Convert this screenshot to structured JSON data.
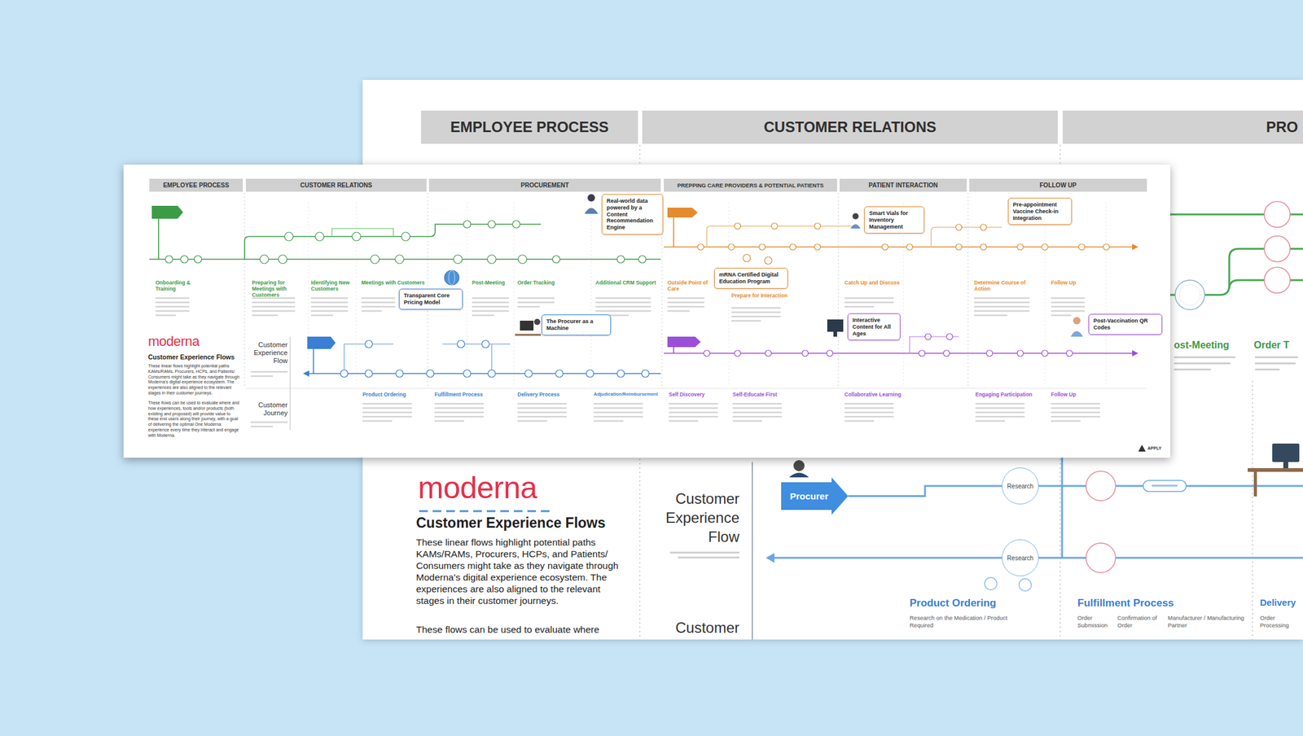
{
  "diagram": {
    "title": "Customer Experience Flows",
    "nodes": [
      {
        "text": [
          "EMPLOYEE PROCESS"
        ]
      },
      {
        "text": [
          "CUSTOMER RELATIONS"
        ]
      },
      {
        "text": [
          "PRO"
        ]
      },
      {
        "text": [
          "Procurer"
        ]
      },
      {
        "text": [
          "Research"
        ]
      },
      {
        "text": [
          "Research"
        ]
      },
      {
        "text": [
          "EMPLOYEE PROCESS"
        ]
      },
      {
        "text": [
          "CUSTOMER RELATIONS"
        ]
      },
      {
        "text": [
          "PROCUREMENT"
        ]
      },
      {
        "text": [
          "PREPPING CARE PROVIDERS & POTENTIAL PATIENTS"
        ]
      },
      {
        "text": [
          "PATIENT INTERACTION"
        ]
      },
      {
        "text": [
          "FOLLOW UP"
        ]
      },
      {
        "text": [
          "Real-world data powered by a Content Recommendation Engine"
        ]
      },
      {
        "text": [
          "Transparent Core Pricing Model"
        ]
      },
      {
        "text": [
          "The Procurer as a Machine"
        ]
      },
      {
        "text": [
          "mRNA Certified Digital Education Program"
        ]
      },
      {
        "text": [
          "Smart Vials for Inventory Management"
        ]
      },
      {
        "text": [
          "Pre-appointment Vaccine Check-in Integration"
        ]
      },
      {
        "text": [
          "Interactive Content for All Ages"
        ]
      },
      {
        "text": [
          "Post-Vaccination QR Codes"
        ]
      }
    ],
    "edges": [
      {
        "from": 3,
        "to": 4,
        "arrow": "none"
      }
    ],
    "labels": [
      "moderna",
      "These linear flows highlight potential paths KAMs/RAMs, Procurers, HCPs, and Patients/ Consumers might take as they navigate through Moderna's digital experience ecosystem. The experiences are also aligned to the relevant stages in their customer journeys.",
      "These flows can be used to evaluate where",
      "Customer Experience Flow",
      "Customer",
      "Product Ordering",
      "Fulfillment Process",
      "Delivery",
      "ost-Meeting",
      "Order T",
      "Research on the Medication / Product Required",
      "Order Submission",
      "Confirmation of Order",
      "Manufacturer / Manufacturing Partner",
      "Order Processing",
      "moderna",
      "Customer Experience Flows",
      "These linear flows highlight potential paths KAMs/RAMs, Procurers, HCPs, and Patients/ Consumers might take as they navigate through Moderna's digital experience ecosystem. The experiences are also aligned to the relevant stages in their customer journeys.",
      "These flows can be used to evaluate where and how experiences, tools and/or products (both existing and proposed) will provide value to these end users along their journey, with a goal of delivering the optimal One Moderna experience every time they interact and engage with Moderna.",
      "Customer Experience Flow",
      "Customer Journey",
      "Onboarding & Training",
      "Preparing for Meetings with Customers",
      "Identifying New Customers",
      "Meetings with Customers",
      "Post-Meeting",
      "Order Tracking",
      "Additional CRM Support",
      "Outside Point of Care",
      "Prepare for Interaction",
      "Catch Up and Discuss",
      "Determine Course of Action",
      "Follow Up",
      "Product Ordering",
      "Fulfillment Process",
      "Delivery Process",
      "Adjudication/Reimbursement",
      "Self Discovery",
      "Self-Educate First",
      "Collaborative Learning",
      "Engaging Participation",
      "Follow Up",
      "APPLY"
    ]
  }
}
